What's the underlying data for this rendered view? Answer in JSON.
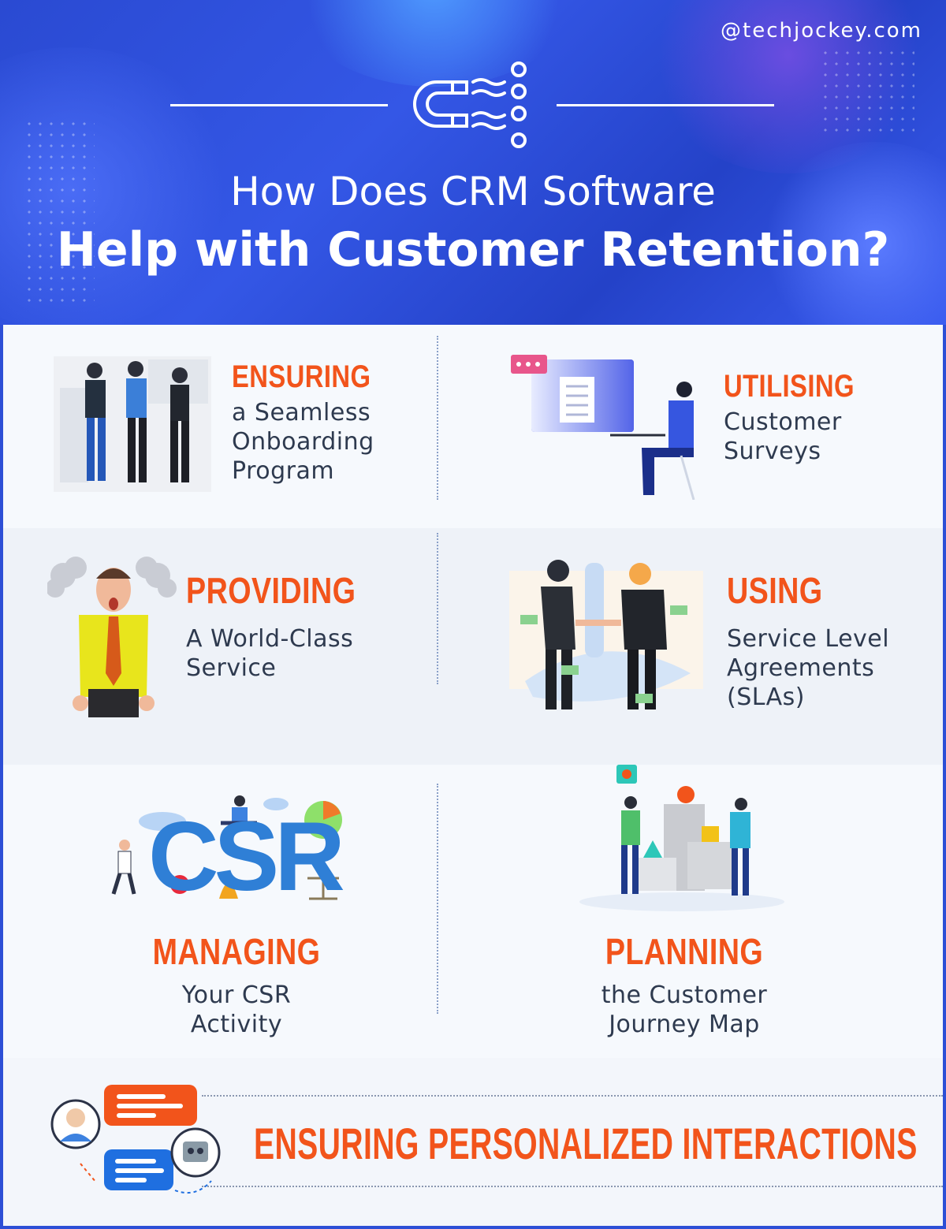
{
  "header": {
    "watermark": "@techjockey.com",
    "title_line1": "How Does CRM Software",
    "title_line2": "Help with Customer Retention?"
  },
  "items": [
    {
      "heading": "ENSURING",
      "lines": [
        "a Seamless",
        "Onboarding",
        "Program"
      ]
    },
    {
      "heading": "UTILISING",
      "lines": [
        "Customer",
        "Surveys"
      ]
    },
    {
      "heading": "PROVIDING",
      "lines": [
        "A World-Class",
        "Service"
      ]
    },
    {
      "heading": "USING",
      "lines": [
        "Service Level",
        "Agreements",
        "(SLAs)"
      ]
    },
    {
      "heading": "MANAGING",
      "lines": [
        "Your CSR",
        "Activity"
      ]
    },
    {
      "heading": "PLANNING",
      "lines": [
        "the Customer",
        "Journey Map"
      ]
    }
  ],
  "footer": {
    "heading": "ENSURING PERSONALIZED INTERACTIONS",
    "illustration_text": "CSR"
  },
  "colors": {
    "accent": "#f2541b",
    "header_blue": "#2d4fd6",
    "text": "#2e3a4f"
  }
}
